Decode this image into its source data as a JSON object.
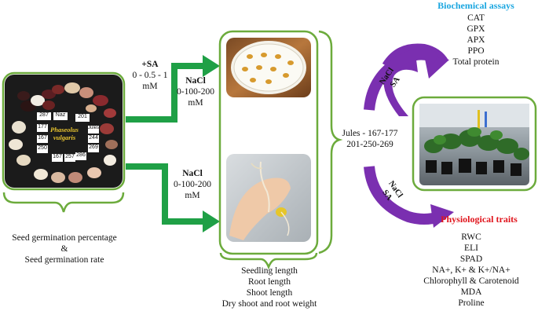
{
  "colors": {
    "green": "#6cab3c",
    "arrow_green": "#1fa046",
    "arrow_purple": "#7a2fb0",
    "blue_heading": "#1aa6e0",
    "red_heading": "#e0141c"
  },
  "seed_photo": {
    "species": "Phaseolus vulgaris",
    "labels": [
      "287",
      "Naz",
      "201",
      "177",
      "167",
      "250",
      "Jules",
      "244",
      "269",
      "286",
      "167",
      "257"
    ]
  },
  "seed_caption": {
    "line1": "Seed germination percentage",
    "line2": "&",
    "line3": "Seed germination rate"
  },
  "treatment_sa": {
    "title": "+SA",
    "range": "0 - 0.5 - 1",
    "unit": "mM"
  },
  "treatment_nacl_top": {
    "title": "NaCl",
    "range": "0-100-200",
    "unit": "mM"
  },
  "treatment_nacl_bottom": {
    "title": "NaCl",
    "range": "0-100-200",
    "unit": "mM"
  },
  "seedling_traits": {
    "items": [
      "Seedling length",
      "Root length",
      "Shoot length",
      "Dry shoot and root weight"
    ]
  },
  "cultivars": {
    "line1": "Jules - 167-177",
    "line2": "201-250-269"
  },
  "arrow_labels": {
    "top_line1": "NaCl",
    "top_line2": "SA",
    "bottom_line1": "NaCl",
    "bottom_line2": "SA"
  },
  "biochemical": {
    "heading": "Biochemical assays",
    "items": [
      "CAT",
      "GPX",
      "APX",
      "PPO",
      "Total protein"
    ]
  },
  "physiological": {
    "heading": "Physiological traits",
    "items": [
      "RWC",
      "ELI",
      "SPAD"
    ],
    "ions": "NA+, K+ & K+/NA+",
    "items2": [
      "Chlorophyll & Carotenoid",
      "MDA",
      "Proline"
    ]
  }
}
